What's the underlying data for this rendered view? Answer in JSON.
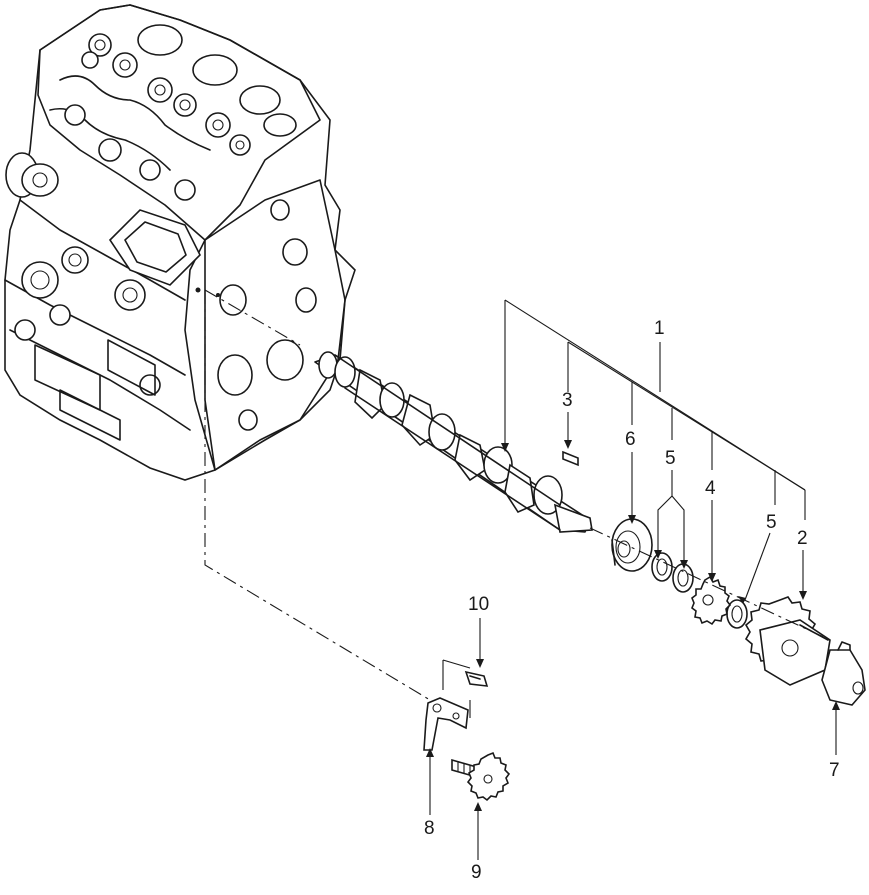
{
  "callouts": {
    "c1": "1",
    "c2": "2",
    "c3": "3",
    "c4": "4",
    "c5a": "5",
    "c5b": "5",
    "c6": "6",
    "c7": "7",
    "c8": "8",
    "c9": "9",
    "c10": "10"
  }
}
